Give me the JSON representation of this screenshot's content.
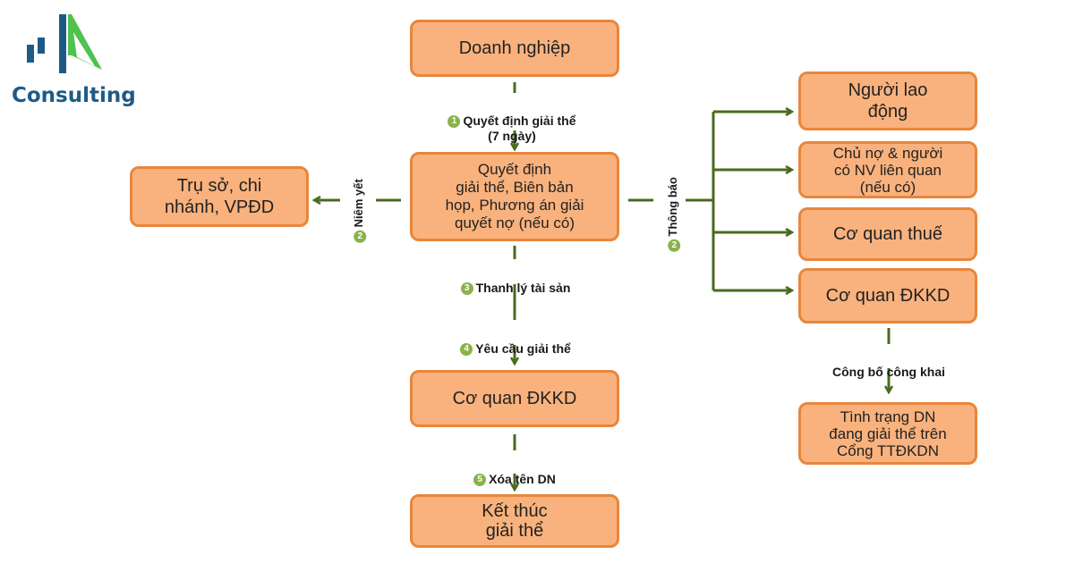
{
  "logo": {
    "text": "Consulting",
    "colors": {
      "blue": "#1f5a86",
      "green": "#4fc24f"
    }
  },
  "colors": {
    "box_fill": "#f9b27d",
    "box_border": "#e8863c",
    "arrow": "#4a6b1f",
    "step_badge": "#8bb24a"
  },
  "nodes": {
    "doanh_nghiep": "Doanh nghiệp",
    "quyet_dinh": "Quyết định\ngiải thể, Biên bản\nhọp, Phương án giải\nquyết nợ (nếu có)",
    "tru_so": "Trụ sở, chi\nnhánh, VPĐD",
    "co_quan_dkkd_center": "Cơ quan ĐKKD",
    "ket_thuc": "Kết thúc\ngiải thể",
    "nguoi_lao_dong": "Người lao\nđộng",
    "chu_no": "Chủ nợ & người\ncó NV liên quan\n(nếu có)",
    "co_quan_thue": "Cơ quan thuế",
    "co_quan_dkkd_right": "Cơ quan ĐKKD",
    "tinh_trang": "Tình trạng DN\nđang giải thể trên\nCổng TTĐKDN"
  },
  "edges": {
    "step1": {
      "num": "1",
      "text": "Quyết định giải thể\n(7 ngày)"
    },
    "step2_left": {
      "num": "2",
      "text": "Niêm yết"
    },
    "step2_right": {
      "num": "2",
      "text": "Thông báo"
    },
    "step3": {
      "num": "3",
      "text": "Thanh lý tài sản"
    },
    "step4": {
      "num": "4",
      "text": "Yêu cầu giải thể"
    },
    "step5": {
      "num": "5",
      "text": "Xóa tên DN"
    },
    "cong_bo": "Công bố công khai"
  }
}
